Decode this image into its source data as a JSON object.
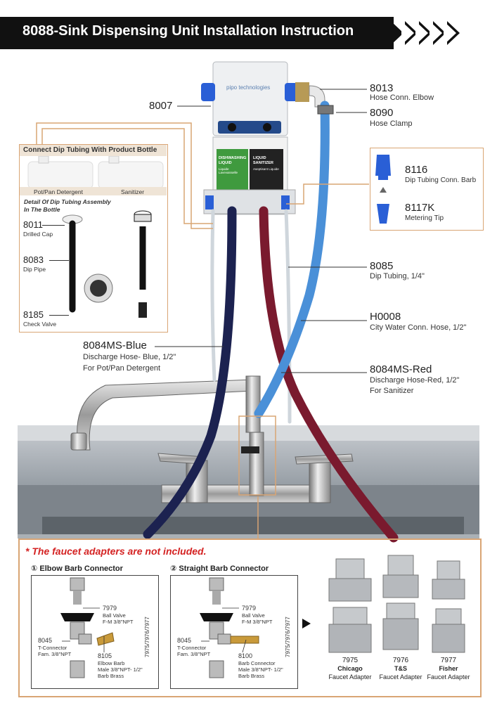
{
  "title": "8088-Sink Dispensing Unit Installation Instruction",
  "unit": {
    "brand": "pipo technologies",
    "label_left_title": "DISHWASHING LIQUID",
    "label_left_sub": "Liquide Lavevaisselle",
    "label_right_title": "LIQUID SANITIZER",
    "label_right_sub": "Aseptisant Liquide"
  },
  "callouts": {
    "c8007": {
      "code": "8007"
    },
    "c8013": {
      "code": "8013",
      "desc": "Hose Conn. Elbow"
    },
    "c8090": {
      "code": "8090",
      "desc": "Hose Clamp"
    },
    "c8116": {
      "code": "8116",
      "desc": "Dip Tubing Conn. Barb"
    },
    "c8117": {
      "code": "8117K",
      "desc": "Metering Tip"
    },
    "c8085": {
      "code": "8085",
      "desc": "Dip Tubing, 1/4\""
    },
    "cH0008": {
      "code": "H0008",
      "desc": "City Water Conn. Hose, 1/2\""
    },
    "cBlue": {
      "code": "8084MS-Blue",
      "desc1": "Discharge Hose- Blue, 1/2\"",
      "desc2": "For Pot/Pan Detergent"
    },
    "cRed": {
      "code": "8084MS-Red",
      "desc1": "Discharge Hose-Red, 1/2\"",
      "desc2": "For Sanitizer"
    }
  },
  "dip_box": {
    "title": "Connect Dip Tubing With Product Bottle",
    "bottle1": "Pot/Pan Detergent",
    "bottle2": "Sanitizer",
    "detail_line1": "Detail Of Dip Tubing Assembly",
    "detail_line2": "In The Bottle",
    "parts": [
      {
        "code": "8011",
        "desc": "Drilled Cap"
      },
      {
        "code": "8083",
        "desc": "Dip Pipe"
      },
      {
        "code": "8185",
        "desc": "Check Valve"
      }
    ]
  },
  "faucet": {
    "note": "* The faucet adapters are not included.",
    "sec1_title": "① Elbow Barb Connector",
    "sec2_title": "② Straight Barb Connector",
    "sec1": {
      "valve_code": "7979",
      "valve_desc1": "Ball Valve",
      "valve_desc2": "F-M 3/8\"NPT",
      "tee_code": "8045",
      "tee_desc1": "T-Connector",
      "tee_desc2": "Fam. 3/8\"NPT",
      "barb_code": "8105",
      "barb_desc1": "Elbow Barb",
      "barb_desc2": "Male 3/8\"NPT- 1/2\"",
      "barb_desc3": "Barb Brass",
      "side": "7975/7976/7977"
    },
    "sec2": {
      "valve_code": "7979",
      "valve_desc1": "Ball Valve",
      "valve_desc2": "F-M 3/8\"NPT",
      "tee_code": "8045",
      "tee_desc1": "T-Connector",
      "tee_desc2": "Fam. 3/8\"NPT",
      "barb_code": "8100",
      "barb_desc1": "Barb Connector",
      "barb_desc2": "Male 3/8\"NPT- 1/2\"",
      "barb_desc3": "Barb Brass",
      "side": "7975/7976/7977"
    },
    "adapters": [
      {
        "code": "7975",
        "brand": "Chicago",
        "desc": "Faucet Adapter"
      },
      {
        "code": "7976",
        "brand": "T&S",
        "desc": "Faucet Adapter"
      },
      {
        "code": "7977",
        "brand": "Fisher",
        "desc": "Faucet Adapter"
      }
    ]
  },
  "colors": {
    "blue_hose": "#1c2250",
    "red_hose": "#7a1a2e",
    "water_hose": "#4a90d8",
    "orange_border": "#d9a574",
    "note_red": "#d42222"
  }
}
